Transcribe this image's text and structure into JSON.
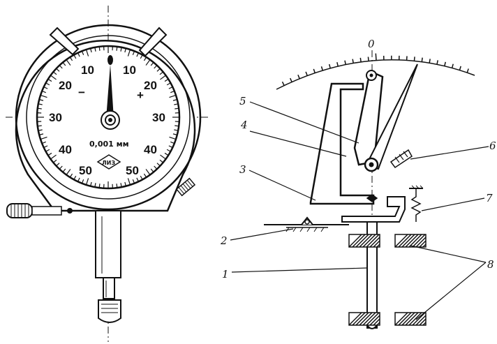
{
  "left_view": {
    "dial_numbers_left": [
      "10",
      "20",
      "30",
      "40",
      "50"
    ],
    "dial_numbers_right": [
      "10",
      "20",
      "30",
      "40",
      "50"
    ],
    "sign_minus": "−",
    "sign_plus": "+",
    "unit_text": "0,001 мм",
    "maker_mark": "ЛИЗ"
  },
  "right_view": {
    "scale_zero": "0",
    "callouts": [
      "1",
      "2",
      "3",
      "4",
      "5",
      "6",
      "7",
      "8"
    ]
  }
}
